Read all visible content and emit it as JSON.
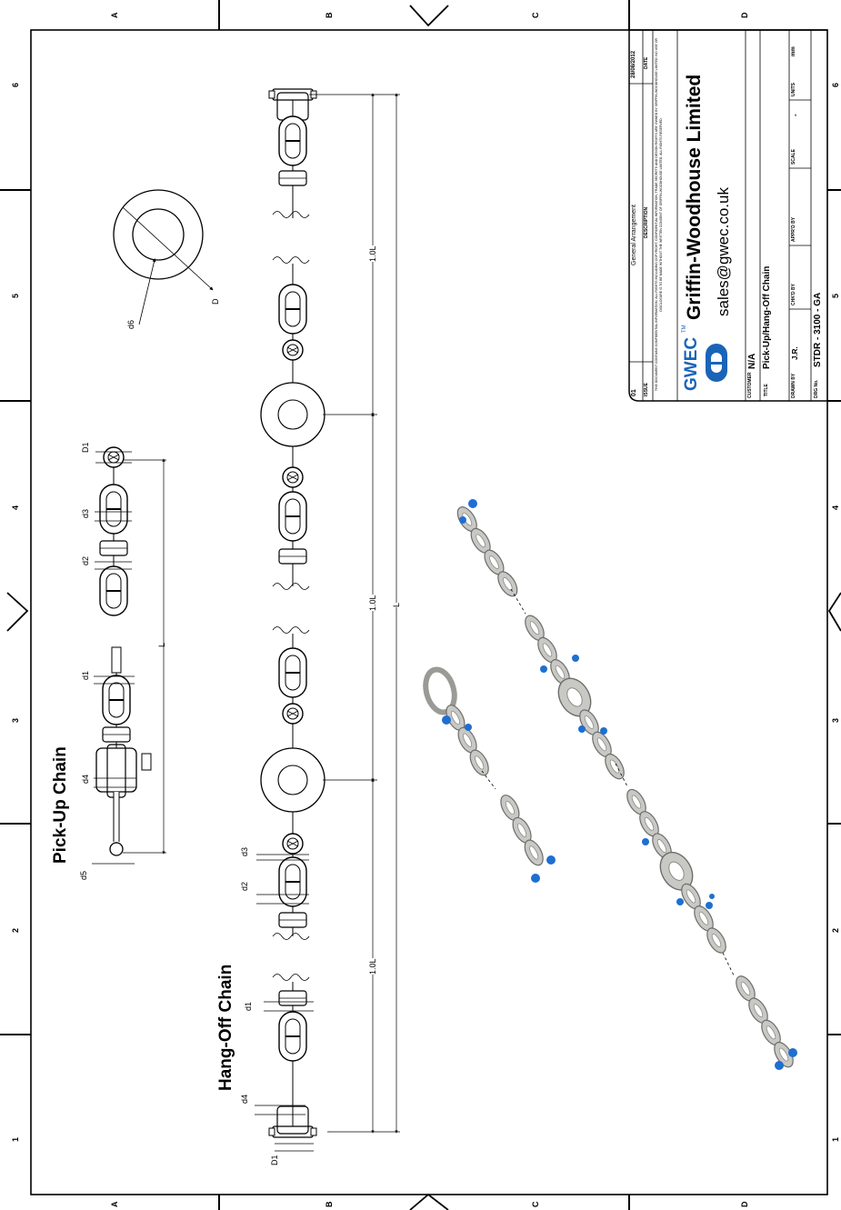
{
  "zones": {
    "columns": [
      "A",
      "B",
      "C",
      "D"
    ],
    "rows": [
      "1",
      "2",
      "3",
      "4",
      "5",
      "6"
    ]
  },
  "views": {
    "pickup_title": "Pick-Up Chain",
    "hangoff_title": "Hang-Off Chain"
  },
  "dimensions": {
    "pickup": [
      "D1",
      "d3",
      "d2",
      "d1",
      "d4",
      "d5",
      "L"
    ],
    "ring": [
      "d6",
      "D"
    ],
    "hangoff": [
      "d1",
      "d2",
      "d3",
      "d4",
      "D1",
      "1.0L",
      "1.0L",
      "1.0L",
      "L"
    ]
  },
  "title_block": {
    "issue_no": "01",
    "description": "General Arrangement",
    "date": "28/08/2012",
    "issue_label": "ISSUE",
    "description_label": "DESCRIPTION",
    "date_label": "DATE",
    "copyright": "THIS DOCUMENT CONTAINS CONFIDENTIAL INFORMATION. ALL RIGHTS INCLUDING COPYRIGHT, CONFIDENTIAL INFORMATION, TRADE SECRETS AND DESIGN RIGHTS ARE OWNED BY GRIFFIN-WOODHOUSE LIMITED. NO USE OR DISCLOSURE IS TO BE MADE WITHOUT THE WRITTEN CONSENT OF GRIFFIN-WOODHOUSE LIMITED. ALL RIGHTS RESERVED.",
    "brand": "GWEC",
    "tm": "TM",
    "company": "Griffin-Woodhouse Limited",
    "email": "sales@gwec.co.uk",
    "customer_label": "CUSTOMER",
    "customer": "N/A",
    "title_label": "TITLE",
    "title": "Pick-Up/Hang-Off Chain",
    "drawn_by_label": "DRAWN BY",
    "drawn_by": "J.R.",
    "chkd_by_label": "CHK'D BY",
    "apprd_by_label": "APPR'D BY",
    "scale_label": "SCALE",
    "scale": "-",
    "units_label": "UNITS",
    "units": "mm",
    "drg_no_label": "DRG No.",
    "drg_no": "STDR - 3100 - GA"
  },
  "colors": {
    "line": "#000000",
    "steel": "#c8c8c4",
    "steel_dark": "#8a8a86",
    "bolt_blue": "#1f6fd1",
    "brand_blue": "#1a64b8"
  }
}
